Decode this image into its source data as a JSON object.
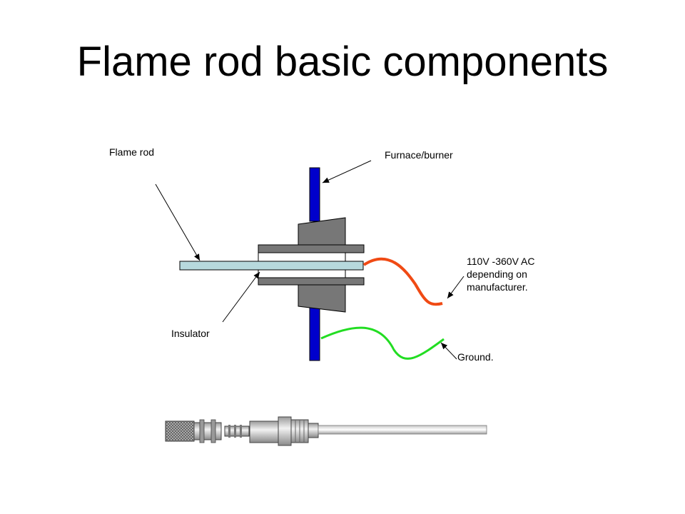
{
  "slide": {
    "title": "Flame rod basic components"
  },
  "labels": {
    "flame_rod": "Flame rod",
    "furnace_burner": "Furnace/burner",
    "voltage": "110V -360V AC\ndepending on\nmanufacturer.",
    "insulator": "Insulator",
    "ground": "Ground."
  },
  "colors": {
    "burner_wall": "#0000cc",
    "insulator_block": "#777777",
    "rod": "#b7d9dd",
    "hot_wire": "#f04a14",
    "ground_wire": "#22dd22"
  }
}
